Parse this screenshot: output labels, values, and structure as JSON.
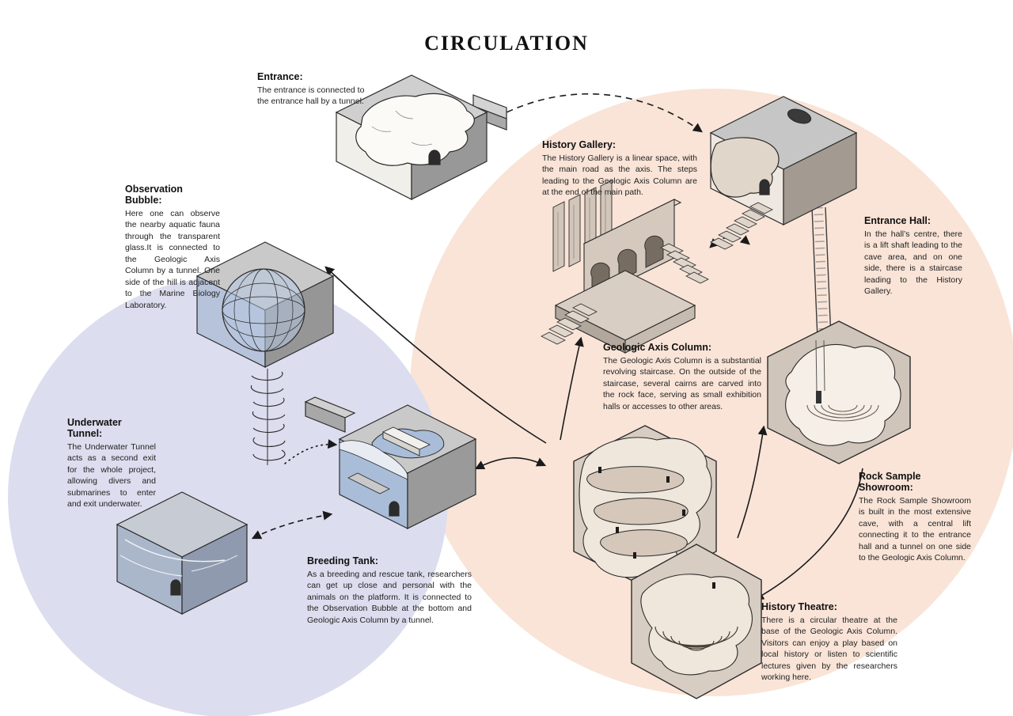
{
  "title": "CIRCULATION",
  "colors": {
    "left_circle": "#dcddee",
    "right_circle": "#f9e4d7",
    "water_blue": "#a9bdd9",
    "cave_beige": "#d8cdc2",
    "stone_grey": "#c9c9c9",
    "ink": "#1a1a1a"
  },
  "sections": {
    "entrance": {
      "label": "Entrance:",
      "body": "The entrance is connected to the entrance hall by a tunnel."
    },
    "history_gallery": {
      "label": "History Gallery:",
      "body": "The History Gallery is a linear space, with the main road as the axis. The steps leading to the Geologic Axis Column are at the end of the main path."
    },
    "entrance_hall": {
      "label": "Entrance Hall:",
      "body": "In the hall’s centre, there is a lift shaft leading to the cave area, and on one side, there is a staircase leading to the History Gallery."
    },
    "observation_bubble": {
      "label": "Observation Bubble:",
      "body": "Here one can observe the nearby aquatic fauna through the transparent glass.It is connected to the Geologic Axis Column by a tunnel. One side of the hill is adjacent to the Marine Biology Laboratory."
    },
    "geologic_axis_column": {
      "label": "Geologic Axis Column:",
      "body": "The Geologic Axis Column is a substantial revolving staircase. On the outside of the staircase, several cairns are carved into the rock face, serving as small exhibition halls or accesses to other areas."
    },
    "underwater_tunnel": {
      "label": "Underwater Tunnel:",
      "body": "The Underwater Tunnel acts as a second exit for the whole project, allowing divers and submarines to enter and exit underwater."
    },
    "rock_sample_showroom": {
      "label": "Rock Sample Showroom:",
      "body": "The Rock Sample Showroom is built in the most extensive cave, with a central lift connecting it to the entrance hall and a tunnel on one side to the Geologic Axis Column."
    },
    "breeding_tank": {
      "label": "Breeding Tank:",
      "body": "As a breeding and rescue tank, researchers can get up close and personal with the animals on the platform. It is connected to the Observation Bubble at the bottom and Geologic Axis Column by a tunnel."
    },
    "history_theatre": {
      "label": "History Theatre:",
      "body": "There is a circular theatre at the base of the Geologic Axis Column. Visitors can enjoy a play based on local history or listen to scientific lectures given by the researchers working here."
    }
  }
}
